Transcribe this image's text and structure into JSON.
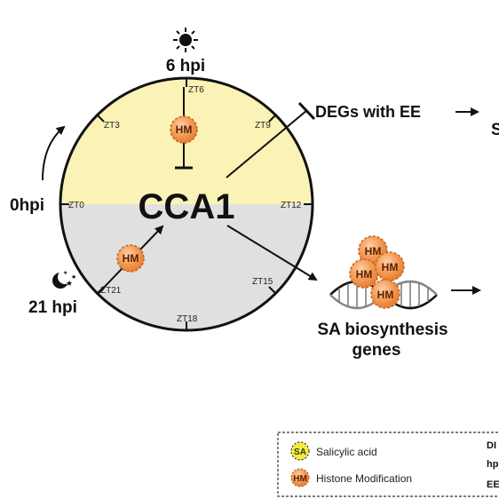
{
  "diagram": {
    "time_labels": {
      "top": "6 hpi",
      "left": "0hpi",
      "bottom": "21 hpi"
    },
    "ticks": [
      "ZT0",
      "ZT3",
      "ZT6",
      "ZT9",
      "ZT12",
      "ZT15",
      "ZT18",
      "ZT21"
    ],
    "center_label": "CCA1",
    "hm_label": "HM",
    "deg_label": "DEGs with EE",
    "partial_letter": "S",
    "sa_genes": {
      "line1": "SA biosynthesis",
      "line2": "genes"
    },
    "colors": {
      "day": "#fbf3b5",
      "night": "#e0e0e0",
      "hm_fill": "#f39a55",
      "hm_stroke": "#c8641e",
      "sa_fill": "#f5ea3c"
    }
  },
  "legend": {
    "sa_abbr": "SA",
    "sa_text": "Salicylic acid",
    "hm_abbr": "HM",
    "hm_text": "Histone Modification",
    "right_fragments": [
      "DI",
      "hp",
      "EE"
    ]
  }
}
